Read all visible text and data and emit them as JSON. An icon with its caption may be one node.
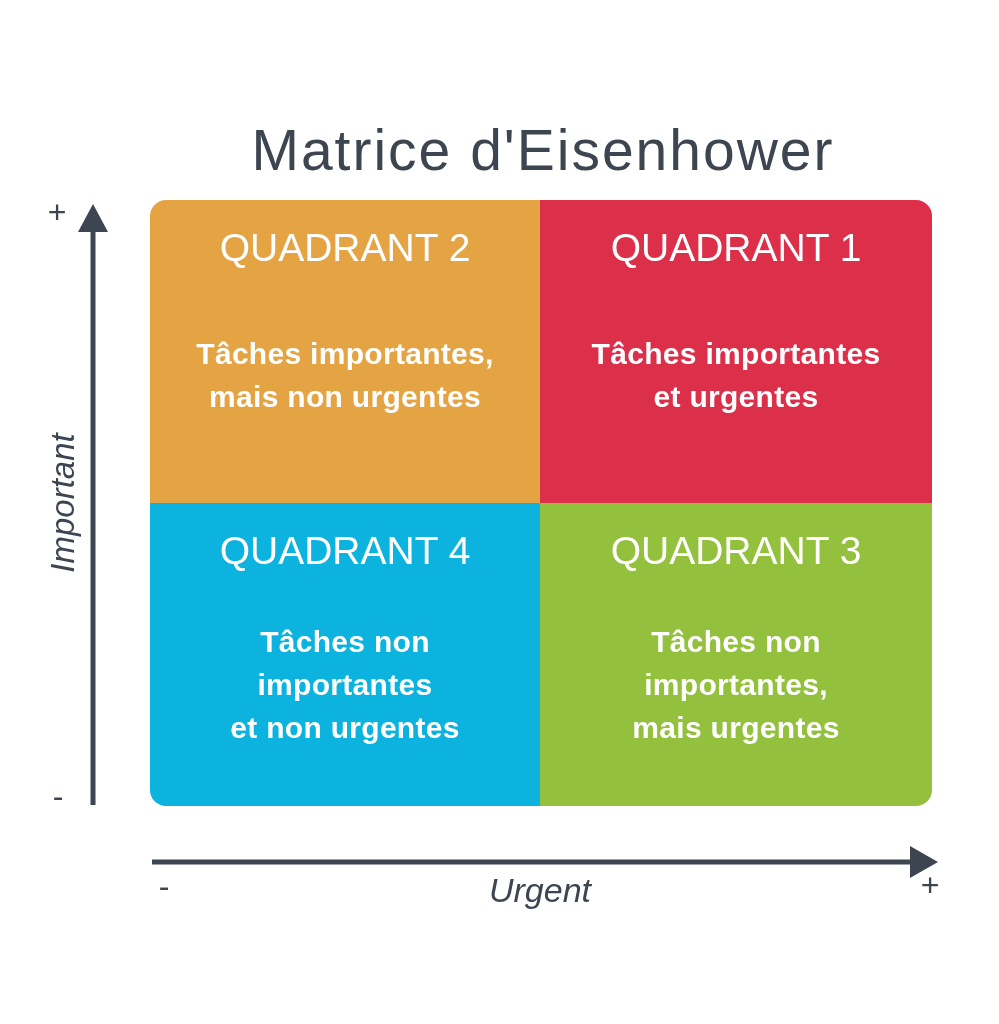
{
  "diagram": {
    "title": "Matrice d'Eisenhower",
    "nodes": [
      {
        "text": [
          "QUADRANT 2",
          "Tâches importantes, mais non urgentes"
        ]
      },
      {
        "text": [
          "QUADRANT 1",
          "Tâches importantes et urgentes"
        ]
      },
      {
        "text": [
          "QUADRANT 4",
          "Tâches non importantes et non urgentes"
        ]
      },
      {
        "text": [
          "QUADRANT 3",
          "Tâches non importantes, mais urgentes"
        ]
      }
    ],
    "edges": [],
    "labels": [
      "+",
      "Important",
      "-",
      "-",
      "Urgent",
      "+"
    ]
  }
}
